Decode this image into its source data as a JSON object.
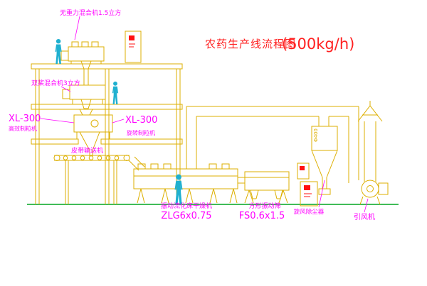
{
  "title": {
    "name": "农药生产线流程图",
    "capacity": "(500kg/h)"
  },
  "labels": {
    "top_mixer": "无重力混合机1.5立方",
    "mid_mixer": "双桨混合机3立方",
    "granulator_left_model": "XL-300",
    "granulator_left_name": "高效制粒机",
    "granulator_right_model": "XL-300",
    "granulator_right_name": "旋转制粒机",
    "belt_conveyor": "皮带输送机",
    "dryer_name": "振动流化床干燥机",
    "dryer_model": "ZLG6x0.75",
    "screen_name": "方形振动筛",
    "screen_model": "FS0.6x1.5",
    "cyclone": "旋风除尘器",
    "fan": "引风机",
    "cyclone_dia": "Φ400"
  },
  "colors": {
    "line_yellow": "#DDAF00",
    "figure_cyan": "#1FB0D0",
    "label_magenta": "#FF00FF",
    "title_red": "#FF2020",
    "ground_green": "#00A520",
    "indicator_red": "#FF1111",
    "background": "#FFFFFF"
  }
}
